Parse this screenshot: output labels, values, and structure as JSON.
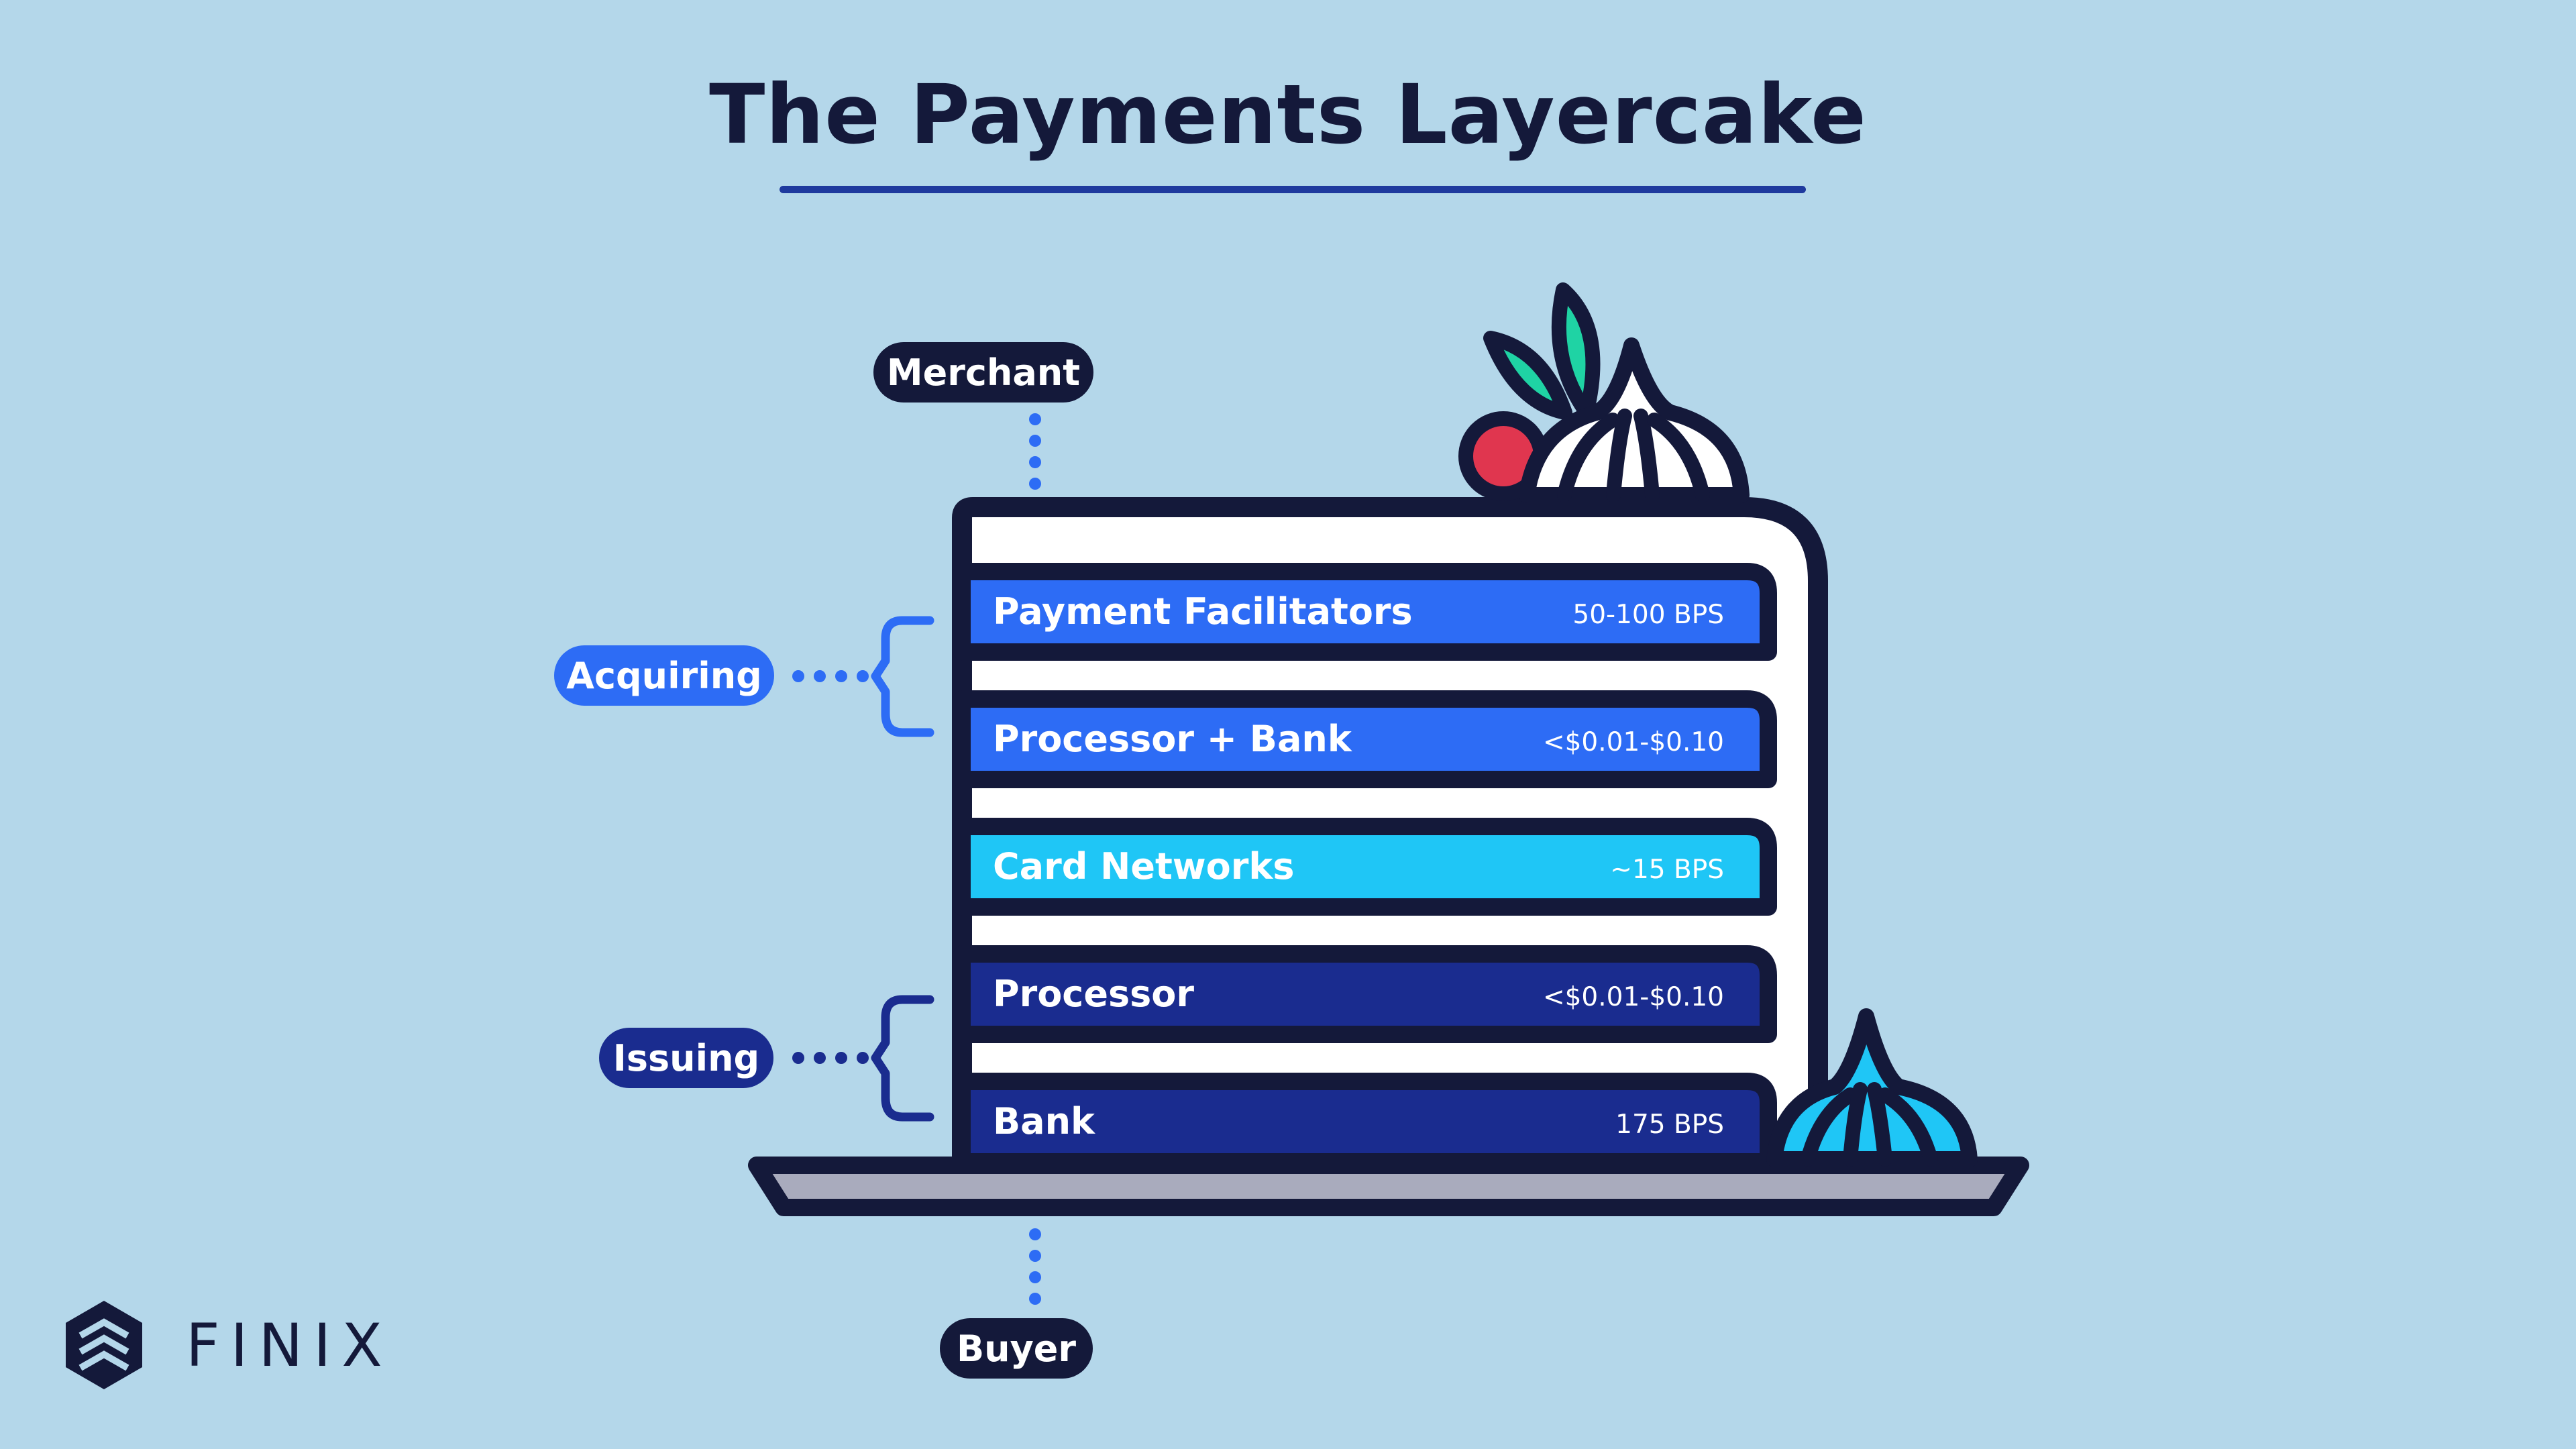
{
  "title": "The Payments Layercake",
  "labels": {
    "merchant": "Merchant",
    "buyer": "Buyer",
    "acquiring": "Acquiring",
    "issuing": "Issuing"
  },
  "layers": [
    {
      "name": "Payment Facilitators",
      "value": "50-100 BPS",
      "color": "#2d6cf5"
    },
    {
      "name": "Processor + Bank",
      "value": "<$0.01-$0.10",
      "color": "#2d6cf5"
    },
    {
      "name": "Card Networks",
      "value": "~15 BPS",
      "color": "#1fc6f6"
    },
    {
      "name": "Processor",
      "value": "<$0.01-$0.10",
      "color": "#1a2c8f"
    },
    {
      "name": "Bank",
      "value": "175 BPS",
      "color": "#1a2c8f"
    }
  ],
  "logo": {
    "text": "FINIX",
    "icon": "finix-hexagon-icon"
  },
  "colors": {
    "background": "#b4d7ea",
    "navy": "#14193a",
    "acquiring": "#2d6cf5",
    "networks": "#1fc6f6",
    "issuing": "#1a2c8f",
    "berry": "#e0364f",
    "leaf": "#1fd3a4"
  }
}
